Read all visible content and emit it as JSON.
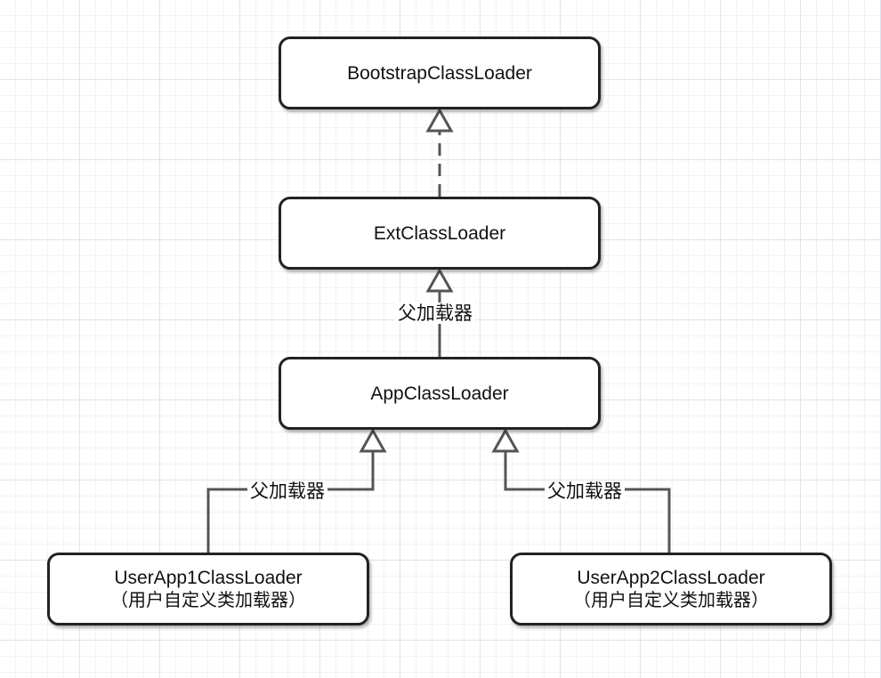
{
  "nodes": {
    "bootstrap": {
      "label": "BootstrapClassLoader"
    },
    "ext": {
      "label": "ExtClassLoader"
    },
    "app": {
      "label": "AppClassLoader"
    },
    "user1": {
      "label": "UserApp1ClassLoader",
      "sublabel": "（用户自定义类加载器）"
    },
    "user2": {
      "label": "UserApp2ClassLoader",
      "sublabel": "（用户自定义类加载器）"
    }
  },
  "edges": [
    {
      "from": "ext",
      "to": "bootstrap",
      "style": "dashed",
      "arrow": "hollow-triangle",
      "label": ""
    },
    {
      "from": "app",
      "to": "ext",
      "style": "solid",
      "arrow": "hollow-triangle",
      "label": "父加载器"
    },
    {
      "from": "user1",
      "to": "app",
      "style": "solid",
      "arrow": "hollow-triangle",
      "label": "父加载器"
    },
    {
      "from": "user2",
      "to": "app",
      "style": "solid",
      "arrow": "hollow-triangle",
      "label": "父加载器"
    }
  ],
  "colors": {
    "stroke": "#222222",
    "edge": "#555555",
    "grid": "#dfe3f0"
  }
}
